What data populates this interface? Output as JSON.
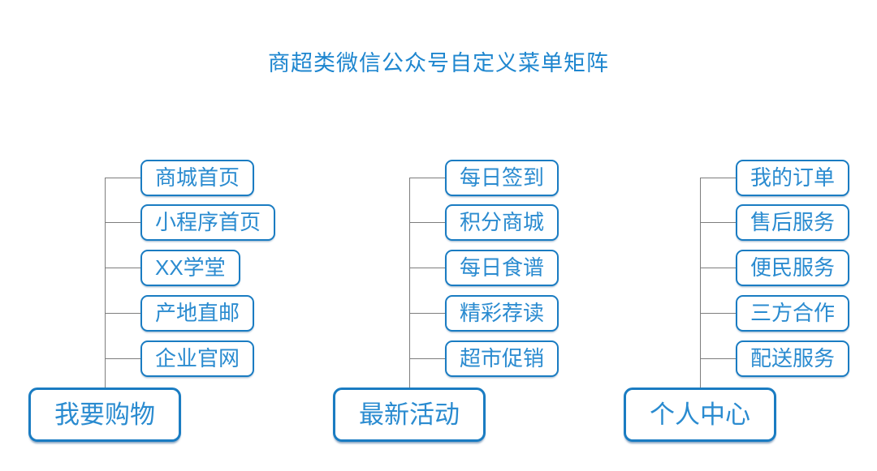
{
  "title": "商超类微信公众号自定义菜单矩阵",
  "colors": {
    "border": "#1a7cc2",
    "text": "#2a8bd0",
    "title": "#1e86cf",
    "connector": "#7d7d7d"
  },
  "trees": [
    {
      "parent": "我要购物",
      "children": [
        "商城首页",
        "小程序首页",
        "XX学堂",
        "产地直邮",
        "企业官网"
      ]
    },
    {
      "parent": "最新活动",
      "children": [
        "每日签到",
        "积分商城",
        "每日食谱",
        "精彩荐读",
        "超市促销"
      ]
    },
    {
      "parent": "个人中心",
      "children": [
        "我的订单",
        "售后服务",
        "便民服务",
        "三方合作",
        "配送服务"
      ]
    }
  ]
}
